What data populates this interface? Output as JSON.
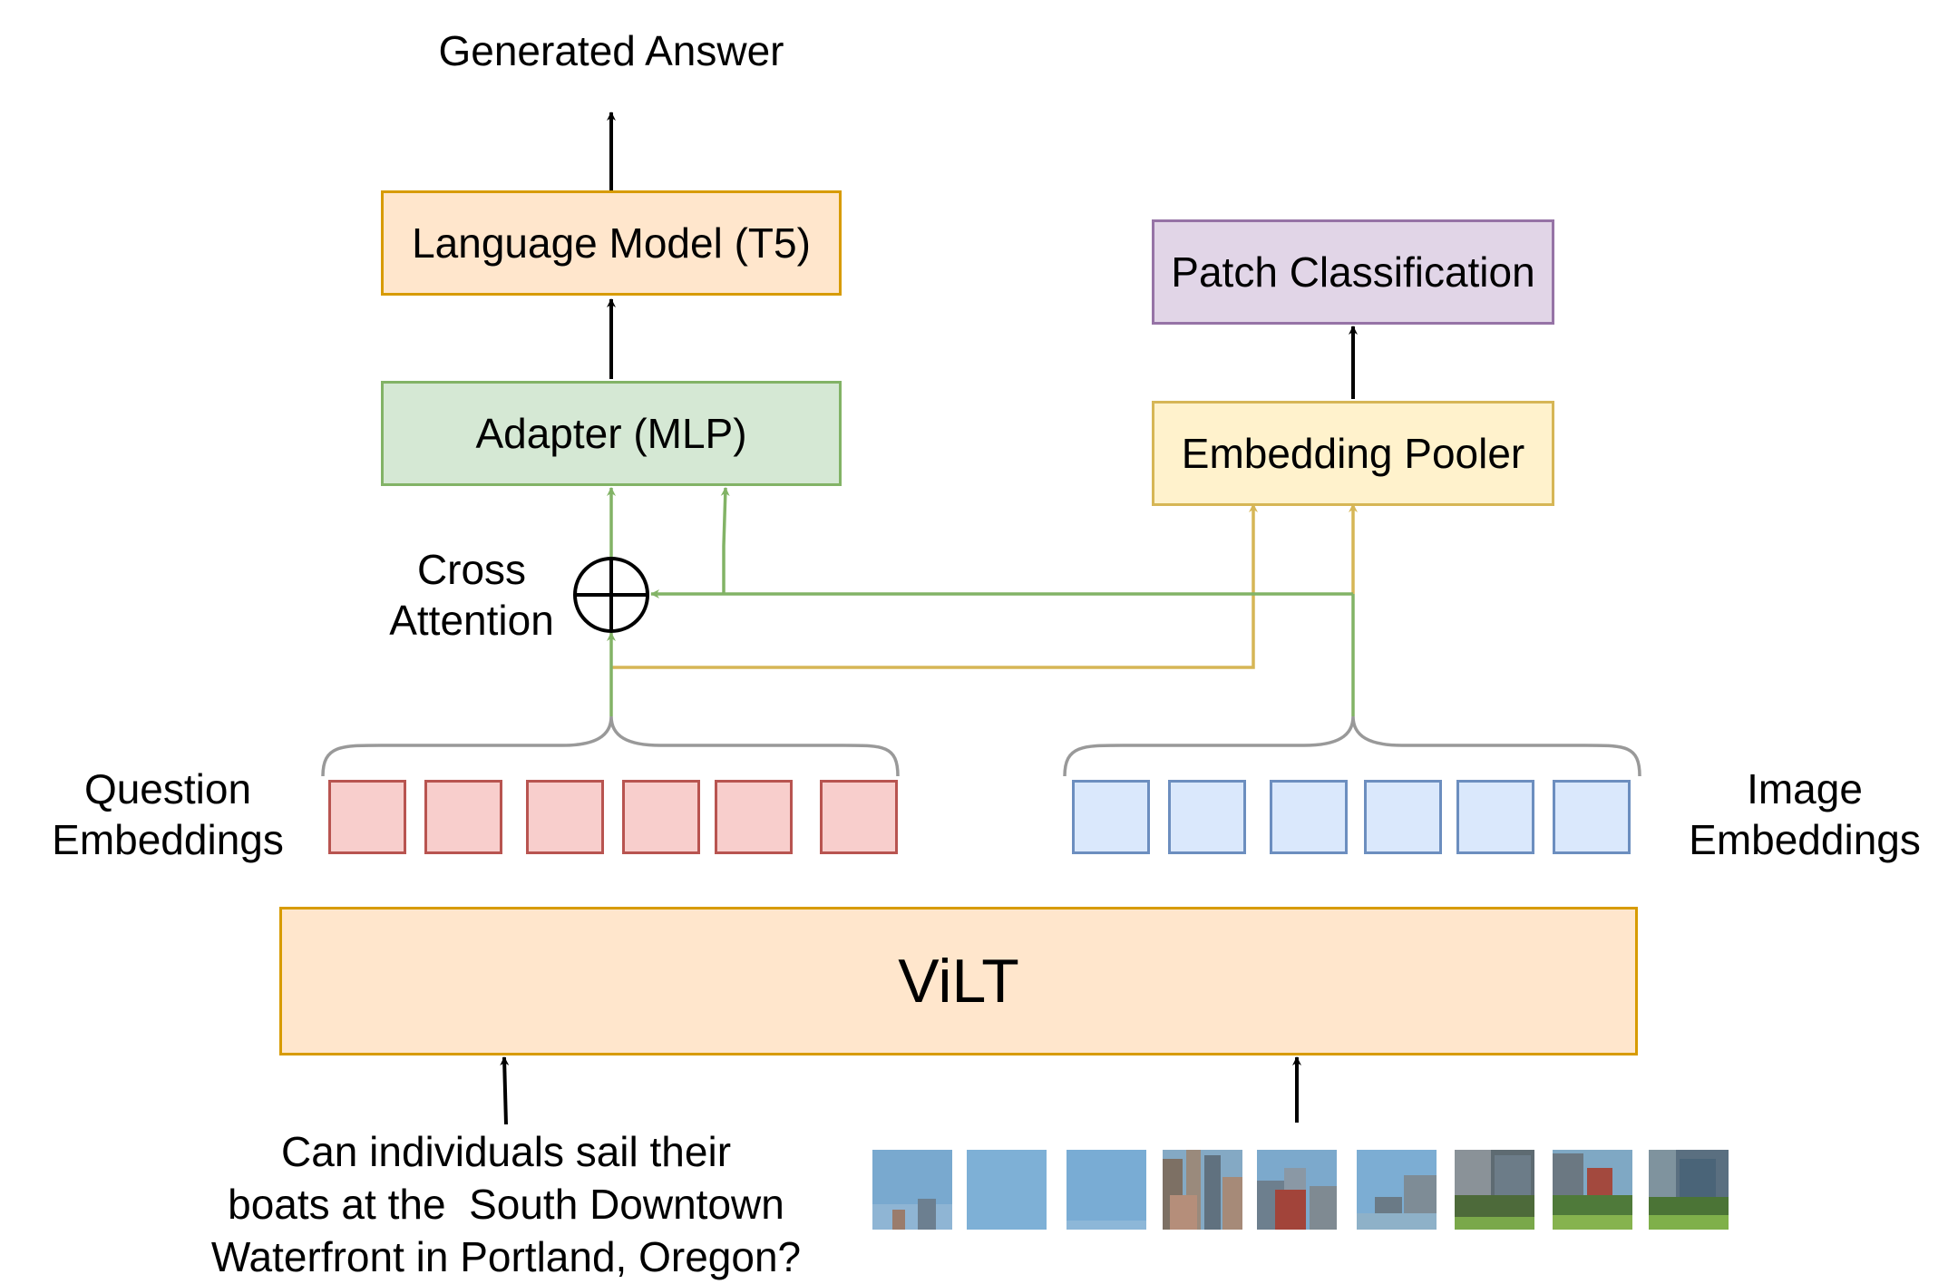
{
  "top_output": "Generated Answer",
  "boxes": {
    "language_model": "Language Model (T5)",
    "adapter": "Adapter (MLP)",
    "patch_classification": "Patch Classification",
    "embedding_pooler": "Embedding Pooler",
    "vilt": "ViLT"
  },
  "labels": {
    "cross_attention": [
      "Cross",
      "Attention"
    ],
    "question_embeddings": [
      "Question",
      "Embeddings"
    ],
    "image_embeddings": [
      "Image",
      "Embeddings"
    ]
  },
  "question_text": [
    "Can individuals sail their",
    "boats at the  South Downtown",
    "Waterfront in Portland, Oregon?"
  ],
  "colors": {
    "language_model_fill": "#ffe6cc",
    "language_model_border": "#d79b00",
    "adapter_fill": "#d5e8d4",
    "adapter_border": "#82b366",
    "patch_fill": "#e1d5e7",
    "patch_border": "#9673a6",
    "pooler_fill": "#fff2cc",
    "pooler_border": "#d6b656",
    "question_embedding_fill": "#f8cecc",
    "question_embedding_border": "#b85450",
    "image_embedding_fill": "#dae8fc",
    "image_embedding_border": "#6c8ebf",
    "green_arrow": "#82b366",
    "yellow_arrow": "#d6b656"
  },
  "question_embedding_count": 6,
  "image_embedding_count": 6,
  "image_patch_count": 9
}
